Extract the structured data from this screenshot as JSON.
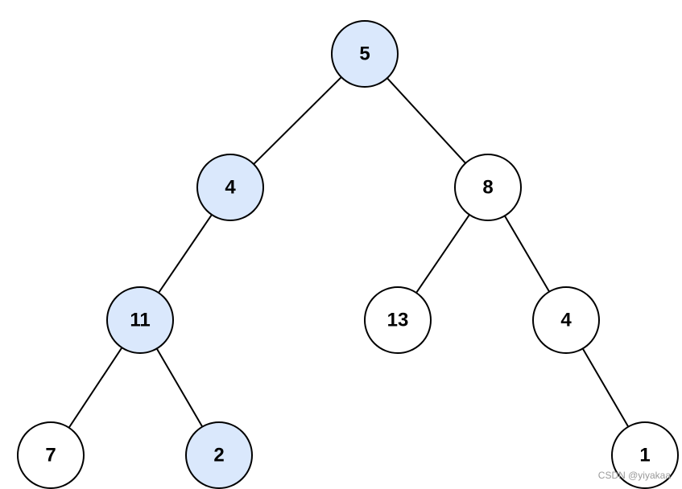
{
  "colors": {
    "highlight_fill": "#dae8fc",
    "default_fill": "#ffffff",
    "stroke": "#000000"
  },
  "tree": {
    "nodes": [
      {
        "id": "n5",
        "label": "5",
        "highlighted": true
      },
      {
        "id": "n4a",
        "label": "4",
        "highlighted": true
      },
      {
        "id": "n8",
        "label": "8",
        "highlighted": false
      },
      {
        "id": "n11",
        "label": "11",
        "highlighted": true
      },
      {
        "id": "n13",
        "label": "13",
        "highlighted": false
      },
      {
        "id": "n4b",
        "label": "4",
        "highlighted": false
      },
      {
        "id": "n7",
        "label": "7",
        "highlighted": false
      },
      {
        "id": "n2",
        "label": "2",
        "highlighted": true
      },
      {
        "id": "n1",
        "label": "1",
        "highlighted": false
      }
    ],
    "edges": [
      {
        "from": "n5",
        "to": "n4a"
      },
      {
        "from": "n5",
        "to": "n8"
      },
      {
        "from": "n4a",
        "to": "n11"
      },
      {
        "from": "n8",
        "to": "n13"
      },
      {
        "from": "n8",
        "to": "n4b"
      },
      {
        "from": "n11",
        "to": "n7"
      },
      {
        "from": "n11",
        "to": "n2"
      },
      {
        "from": "n4b",
        "to": "n1"
      }
    ]
  },
  "watermark": "CSDN @yiyakaa"
}
